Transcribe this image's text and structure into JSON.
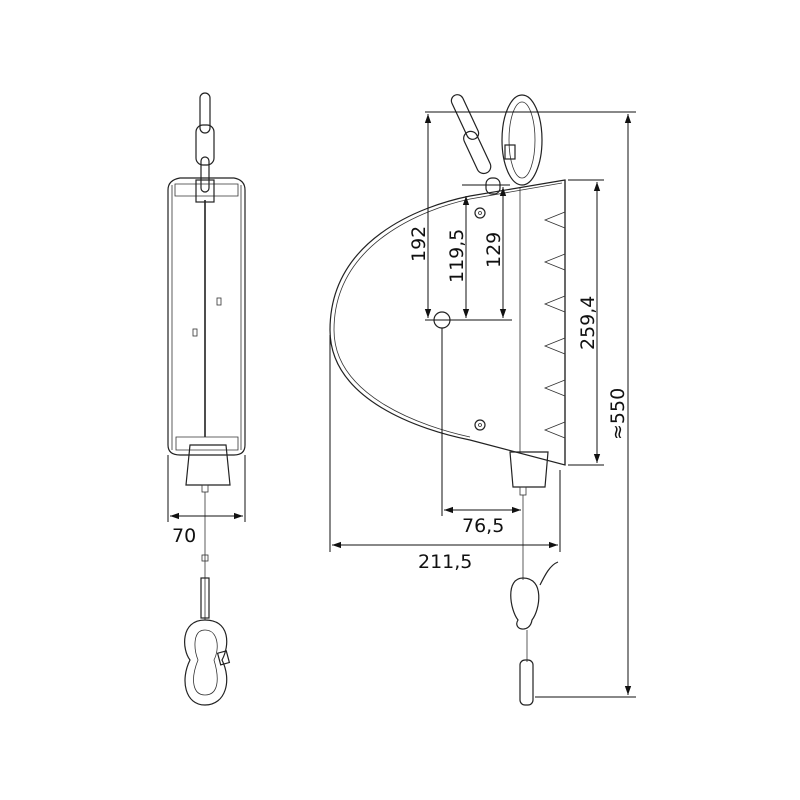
{
  "drawing": {
    "front_view": {
      "width_label": "70"
    },
    "side_view": {
      "dim_total_top_to_axis": "192",
      "dim_mount_to_axis": "119,5",
      "dim_hook_to_axis": "129",
      "dim_body_height": "259,4",
      "dim_overall_height": "≈550",
      "dim_axis_to_cable": "76,5",
      "dim_overall_depth": "211,5"
    },
    "line_color": "#222222",
    "background": "#ffffff"
  }
}
